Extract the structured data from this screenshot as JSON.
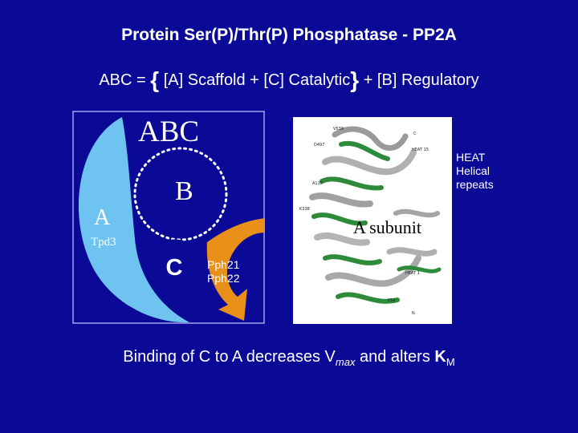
{
  "slide": {
    "title": "Protein Ser(P)/Thr(P) Phosphatase - PP2A",
    "subtitle": {
      "prefix": "ABC = ",
      "open_brace": "{",
      "middle": " [A] Scaffold + [C] Catalytic",
      "close_brace": "}",
      "suffix": " + [B] Regulatory"
    },
    "diagram": {
      "complex_label": "ABC",
      "b_label": "B",
      "a_label": "A",
      "a_sublabel": "Tpd3",
      "c_label": "C",
      "pph_line1": "Pph21",
      "pph_line2": "Pph22",
      "colors": {
        "a_subunit": "#6fc3f0",
        "c_subunit": "#0a0a96",
        "arrow": "#e8901a",
        "b_outline": "#ffffff"
      }
    },
    "structure": {
      "annotation_line1": "HEAT",
      "annotation_line2": "Helical",
      "annotation_line3": "repeats",
      "caption": "A subunit"
    },
    "bottom": {
      "text_a": "Binding of  C to A decreases V",
      "vmax_sub": "max",
      "text_b": " and alters ",
      "km_k": "K",
      "km_sub": "M"
    }
  }
}
